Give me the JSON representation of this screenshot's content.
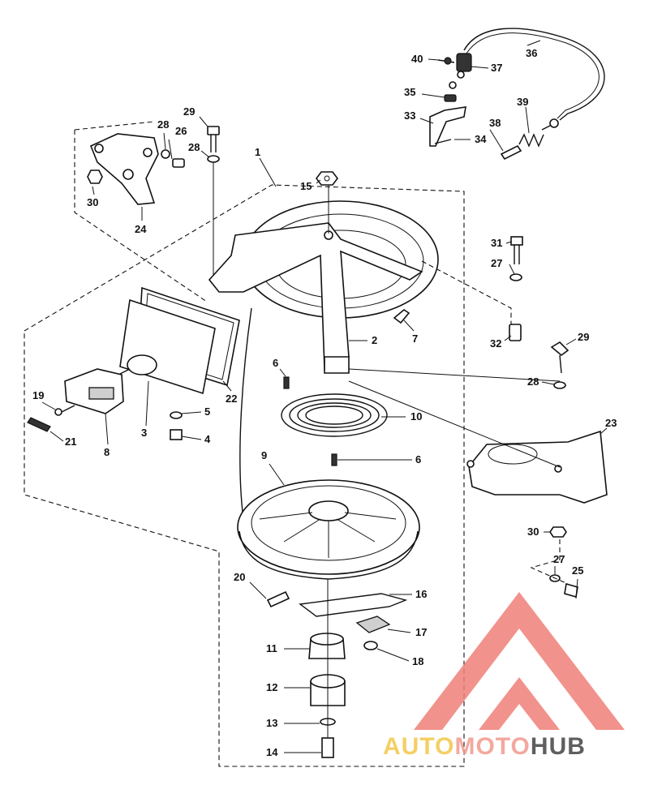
{
  "diagram": {
    "callouts": [
      {
        "id": "1",
        "label": "1"
      },
      {
        "id": "2",
        "label": "2"
      },
      {
        "id": "3",
        "label": "3"
      },
      {
        "id": "4",
        "label": "4"
      },
      {
        "id": "5",
        "label": "5"
      },
      {
        "id": "6a",
        "label": "6"
      },
      {
        "id": "6b",
        "label": "6"
      },
      {
        "id": "7",
        "label": "7"
      },
      {
        "id": "8",
        "label": "8"
      },
      {
        "id": "9",
        "label": "9"
      },
      {
        "id": "10",
        "label": "10"
      },
      {
        "id": "11",
        "label": "11"
      },
      {
        "id": "12",
        "label": "12"
      },
      {
        "id": "13",
        "label": "13"
      },
      {
        "id": "14",
        "label": "14"
      },
      {
        "id": "15",
        "label": "15"
      },
      {
        "id": "16",
        "label": "16"
      },
      {
        "id": "17",
        "label": "17"
      },
      {
        "id": "18",
        "label": "18"
      },
      {
        "id": "19",
        "label": "19"
      },
      {
        "id": "20",
        "label": "20"
      },
      {
        "id": "21",
        "label": "21"
      },
      {
        "id": "22",
        "label": "22"
      },
      {
        "id": "23",
        "label": "23"
      },
      {
        "id": "24",
        "label": "24"
      },
      {
        "id": "25",
        "label": "25"
      },
      {
        "id": "26",
        "label": "26"
      },
      {
        "id": "27a",
        "label": "27"
      },
      {
        "id": "27b",
        "label": "27"
      },
      {
        "id": "28a",
        "label": "28"
      },
      {
        "id": "28b",
        "label": "28"
      },
      {
        "id": "28c",
        "label": "28"
      },
      {
        "id": "29a",
        "label": "29"
      },
      {
        "id": "29b",
        "label": "29"
      },
      {
        "id": "30a",
        "label": "30"
      },
      {
        "id": "30b",
        "label": "30"
      },
      {
        "id": "31",
        "label": "31"
      },
      {
        "id": "32",
        "label": "32"
      },
      {
        "id": "33",
        "label": "33"
      },
      {
        "id": "34",
        "label": "34"
      },
      {
        "id": "35",
        "label": "35"
      },
      {
        "id": "36",
        "label": "36"
      },
      {
        "id": "37",
        "label": "37"
      },
      {
        "id": "38",
        "label": "38"
      },
      {
        "id": "39",
        "label": "39"
      },
      {
        "id": "40",
        "label": "40"
      }
    ]
  },
  "watermark": {
    "text_part1": "AUTO",
    "text_part2": "MOTO",
    "text_part3": "HUB",
    "color_part1": "#f3c74a",
    "color_part2": "#f29a8e",
    "color_part3": "#444444",
    "logo_color": "#f07f78"
  }
}
